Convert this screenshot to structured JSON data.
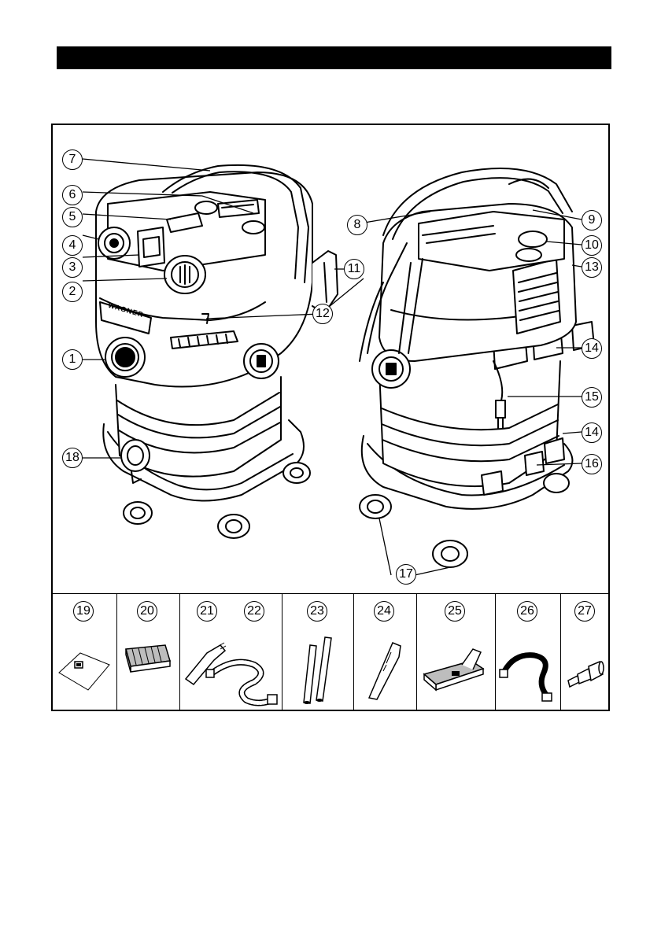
{
  "figure": {
    "callouts": [
      "1",
      "2",
      "3",
      "4",
      "5",
      "6",
      "7",
      "8",
      "9",
      "10",
      "11",
      "12",
      "13",
      "14",
      "14",
      "15",
      "16",
      "17",
      "18"
    ],
    "brand_label": "WAGNER"
  },
  "accessories": [
    {
      "number": "19",
      "icon": "dust-bag-icon"
    },
    {
      "number": "20",
      "icon": "flat-filter-icon"
    },
    {
      "number": "21",
      "icon": "hose-handle-icon"
    },
    {
      "number": "22",
      "icon": "suction-hose-icon"
    },
    {
      "number": "23",
      "icon": "extension-tubes-icon"
    },
    {
      "number": "24",
      "icon": "crevice-nozzle-icon"
    },
    {
      "number": "25",
      "icon": "floor-nozzle-icon"
    },
    {
      "number": "26",
      "icon": "hose-icon"
    },
    {
      "number": "27",
      "icon": "adapter-icon"
    }
  ],
  "colors": {
    "ink": "#000000",
    "paper": "#ffffff",
    "shade": "#bdbdbd"
  }
}
